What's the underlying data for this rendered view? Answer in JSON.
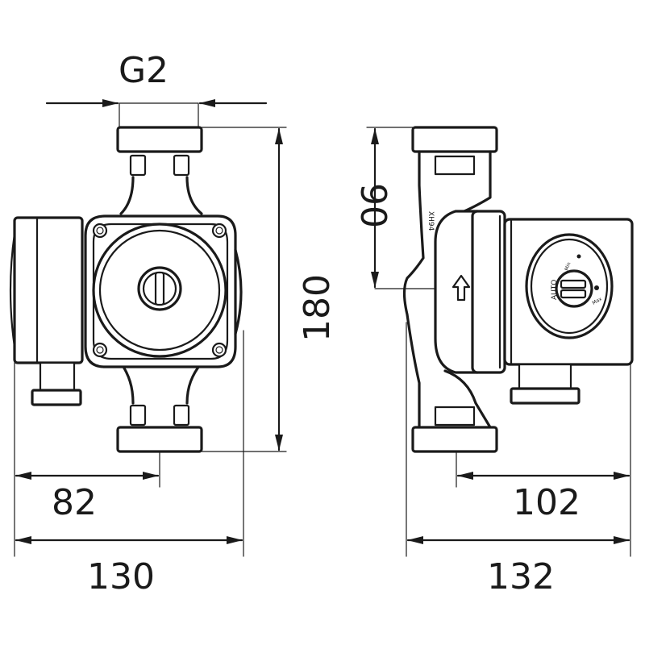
{
  "dimensions": {
    "thread": "G2",
    "height_total": "180",
    "axis_height": "90",
    "front_offset": "82",
    "front_width": "130",
    "side_offset": "102",
    "side_width": "132"
  },
  "pump_labels": {
    "model": "XH94",
    "mode_auto": "AUTO",
    "mode_min": "Min",
    "mode_max": "Max"
  },
  "colors": {
    "line": "#1a1a1a",
    "background": "#ffffff"
  }
}
